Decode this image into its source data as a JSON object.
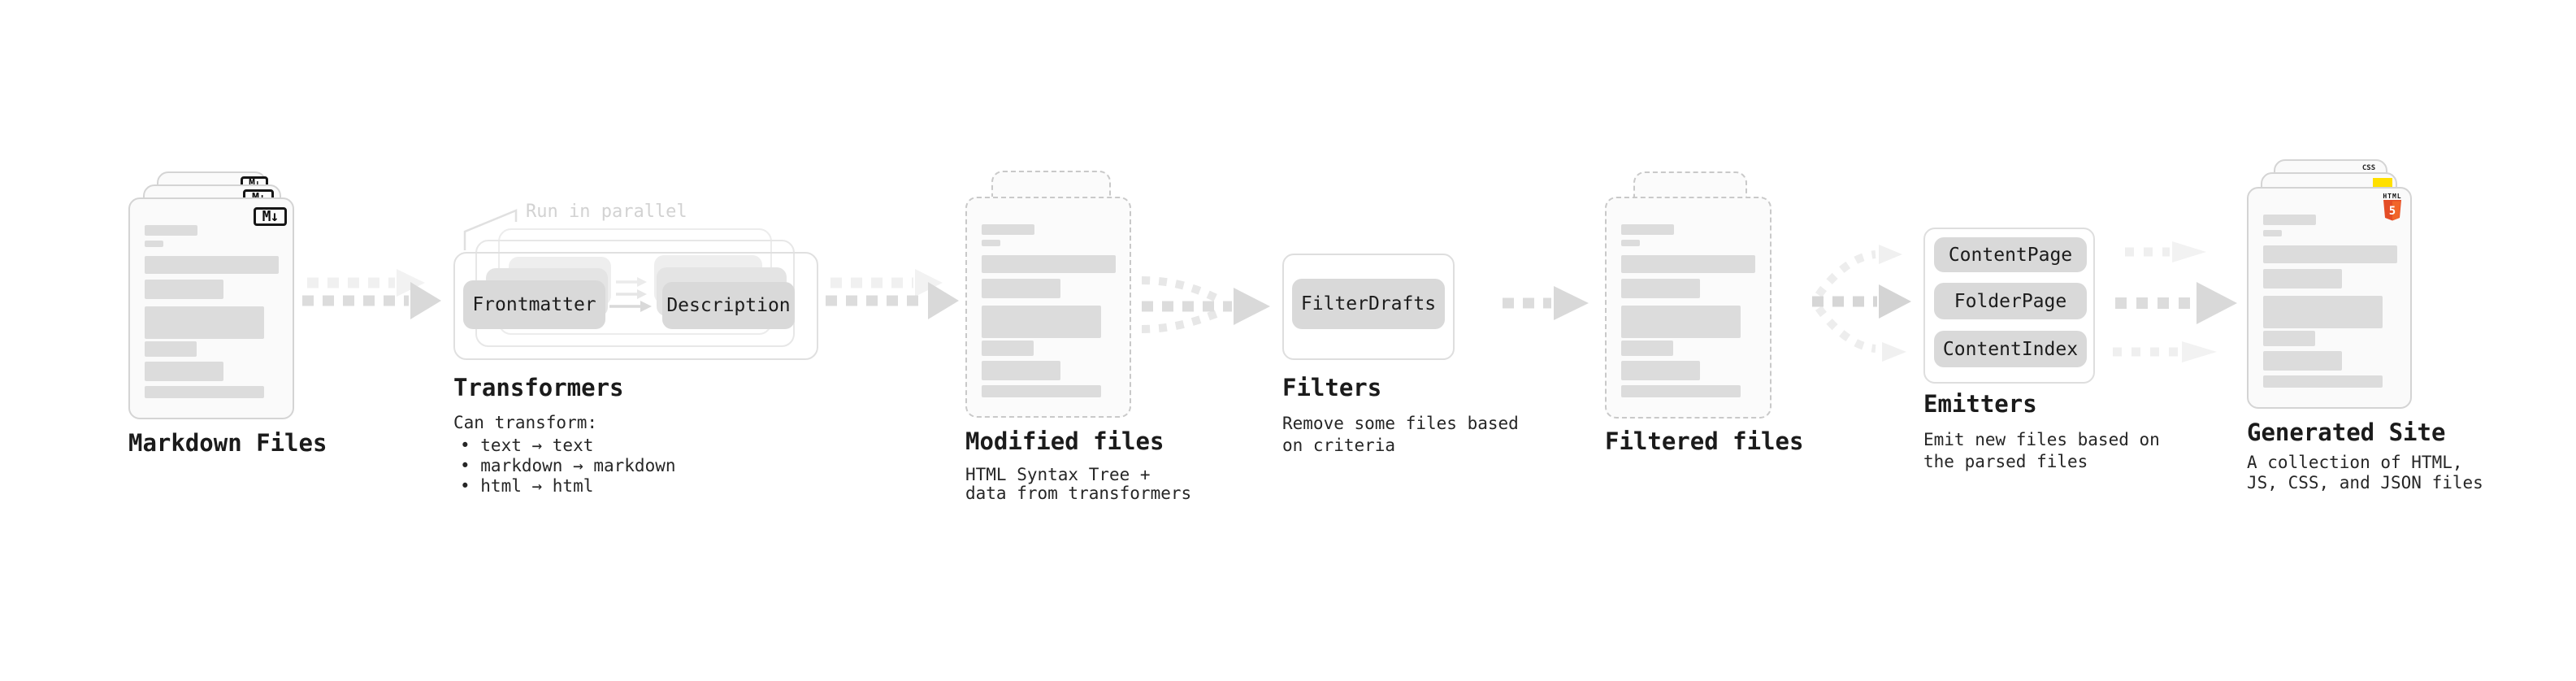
{
  "nodes": {
    "markdown_files": {
      "title": "Markdown Files",
      "badge": "M↓"
    },
    "transformers": {
      "title": "Transformers",
      "annotation": "Run in parallel",
      "step1": "Frontmatter",
      "step2": "Description",
      "desc_heading": "Can transform:",
      "bullets": [
        "• text → text",
        "• markdown → markdown",
        "• html → html"
      ]
    },
    "modified_files": {
      "title": "Modified files",
      "desc": [
        "HTML Syntax Tree +",
        "data from transformers"
      ]
    },
    "filters": {
      "title": "Filters",
      "item": "FilterDrafts",
      "desc": [
        "Remove some files based",
        "on criteria"
      ]
    },
    "filtered_files": {
      "title": "Filtered files"
    },
    "emitters": {
      "title": "Emitters",
      "items": [
        "ContentPage",
        "FolderPage",
        "ContentIndex"
      ],
      "desc": [
        "Emit new files based on",
        "the parsed files"
      ]
    },
    "generated_site": {
      "title": "Generated Site",
      "desc": [
        "A collection of HTML,",
        "JS, CSS, and JSON files"
      ],
      "css_badge": "CSS",
      "html_badge_word": "HTML",
      "html_badge_number": "5"
    }
  },
  "colors": {
    "arrow": "#d9d9d9",
    "arrow_light": "#efefef",
    "html5_orange": "#e44d26",
    "html5_orange_light": "#f16529",
    "js_yellow": "#ffe000",
    "css_blue": "#2965f1"
  }
}
